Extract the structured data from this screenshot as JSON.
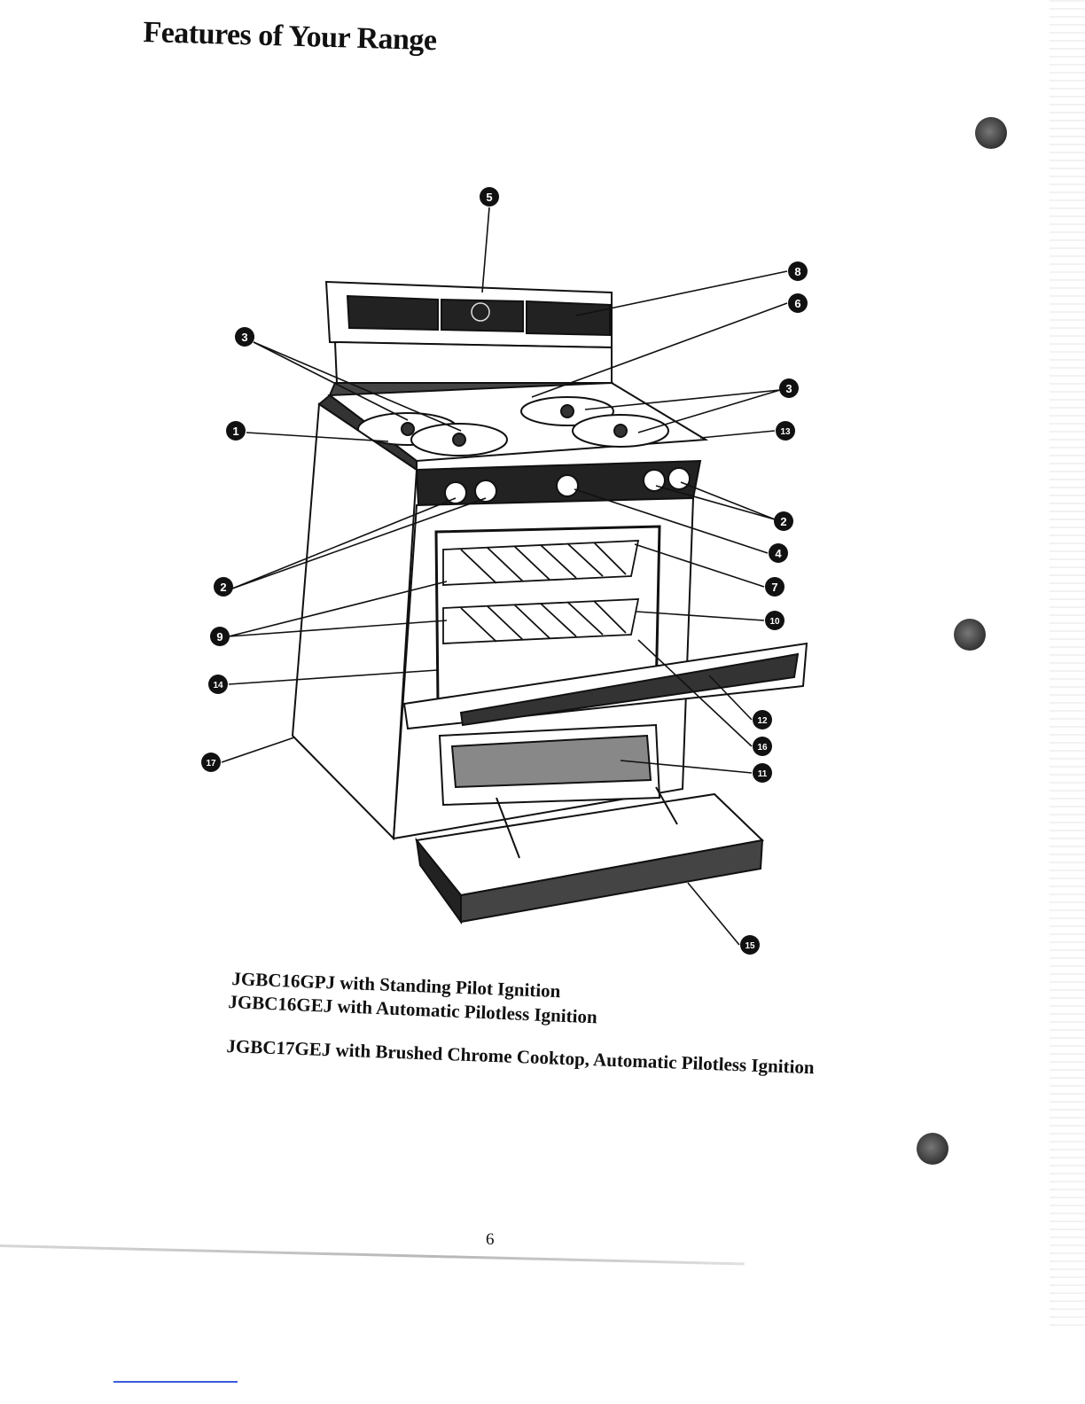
{
  "page": {
    "title": "Features of Your Range",
    "page_number": "6"
  },
  "captions": [
    "JGBC16GPJ with Standing Pilot Ignition",
    "JGBC16GEJ with Automatic Pilotless Ignition",
    "JGBC17GEJ with Brushed Chrome Cooktop, Automatic Pilotless Ignition"
  ],
  "callouts": [
    "5",
    "8",
    "6",
    "3",
    "3",
    "1",
    "13",
    "2",
    "2",
    "4",
    "7",
    "10",
    "9",
    "14",
    "12",
    "16",
    "11",
    "17",
    "15"
  ],
  "colors": {
    "ink": "#111111",
    "paper": "#ffffff"
  }
}
